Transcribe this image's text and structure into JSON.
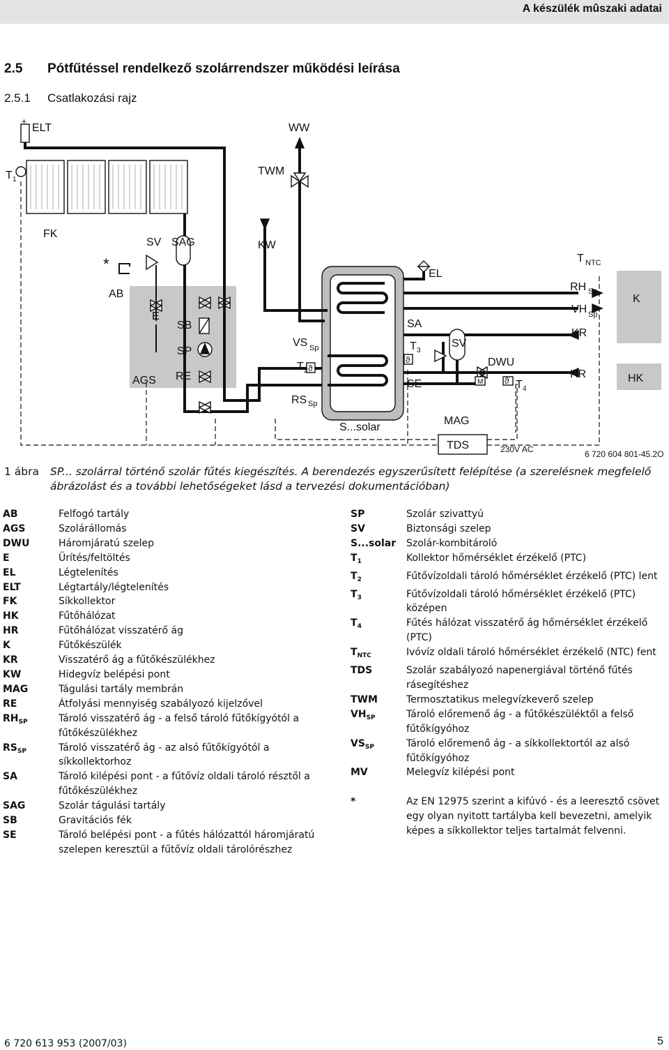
{
  "header": {
    "title": "A készülék mûszaki adatai"
  },
  "section": {
    "number": "2.5",
    "title": "Pótfűtéssel rendelkező szolárrendszer működési leírása"
  },
  "subsection": {
    "number": "2.5.1",
    "title": "Csatlakozási rajz"
  },
  "diagram_labels": {
    "elt": "ELT",
    "ww": "WW",
    "t1": "T",
    "t1_sub": "1",
    "twm": "TWM",
    "fk": "FK",
    "sv_left": "SV",
    "sag": "SAG",
    "kw": "KW",
    "star": "*",
    "ab": "AB",
    "e": "E",
    "sb": "SB",
    "sp": "SP",
    "re": "RE",
    "ags": "AGS",
    "vs": "VS",
    "vs_sub": "Sp",
    "t2": "T",
    "t2_sub": "2",
    "rs": "RS",
    "rs_sub": "Sp",
    "ssolar": "S...solar",
    "el": "EL",
    "sa": "SA",
    "t3": "T",
    "t3_sub": "3",
    "sv_right": "SV",
    "se": "SE",
    "dwu": "DWU",
    "m": "M",
    "t4": "T",
    "t4_sub": "4",
    "mag": "MAG",
    "tds": "TDS",
    "ac": "230V AC",
    "tntc": "T",
    "tntc_sub": "NTC",
    "rhsp": "RH",
    "rhsp_sub": "Sp",
    "vhsp": "VH",
    "vhsp_sub": "Sp",
    "kr": "KR",
    "hr": "HR",
    "k": "K",
    "hk": "HK",
    "code": "6 720 604 801-45.2O",
    "theta": "ϑ",
    "plus": "+"
  },
  "caption": {
    "label": "1 ábra",
    "text": "SP... szolárral történő szolár fűtés kiegészítés. A berendezés egyszerűsített felépítése (a szerelésnek megfelelő ábrázolást és a további lehetőségeket lásd a tervezési dokumentációban)"
  },
  "legend_left": [
    {
      "abbr": "AB",
      "def": "Felfogó tartály"
    },
    {
      "abbr": "AGS",
      "def": "Szolárállomás"
    },
    {
      "abbr": "DWU",
      "def": "Háromjáratú szelep"
    },
    {
      "abbr": "E",
      "def": "Ürítés/feltöltés"
    },
    {
      "abbr": "EL",
      "def": "Légtelenítés"
    },
    {
      "abbr": "ELT",
      "def": "Légtartály/légtelenítés"
    },
    {
      "abbr": "FK",
      "def": "Síkkollektor"
    },
    {
      "abbr": "HK",
      "def": "Fűtőhálózat"
    },
    {
      "abbr": "HR",
      "def": "Fűtőhálózat visszatérő ág"
    },
    {
      "abbr": "K",
      "def": "Fűtőkészülék"
    },
    {
      "abbr": "KR",
      "def": "Visszatérő ág a fűtőkészülékhez"
    },
    {
      "abbr": "KW",
      "def": "Hidegvíz belépési pont"
    },
    {
      "abbr": "MAG",
      "def": "Tágulási tartály membrán"
    },
    {
      "abbr": "RE",
      "def": "Átfolyási mennyiség szabályozó kijelzővel"
    },
    {
      "abbr": "RH",
      "sub": "SP",
      "def": "Tároló visszatérő ág - a felső tároló fűtőkígyótól a fűtőkészülékhez"
    },
    {
      "abbr": "RS",
      "sub": "SP",
      "def": "Tároló visszatérő ág - az alsó fűtőkígyótól a síkkollektorhoz"
    },
    {
      "abbr": "SA",
      "def": "Tároló kilépési pont - a fűtővíz oldali tároló résztől a fűtőkészülékhez"
    },
    {
      "abbr": "SAG",
      "def": "Szolár tágulási tartály"
    },
    {
      "abbr": "SB",
      "def": "Gravitációs fék"
    },
    {
      "abbr": "SE",
      "def": "Tároló belépési pont - a fűtés hálózattól háromjáratú szelepen keresztül a fűtővíz oldali tárolórészhez"
    }
  ],
  "legend_right": [
    {
      "abbr": "SP",
      "def": "Szolár szivattyú"
    },
    {
      "abbr": "SV",
      "def": "Biztonsági szelep"
    },
    {
      "abbr": "S...solar",
      "def": "Szolár-kombitároló"
    },
    {
      "abbr": "T",
      "sub": "1",
      "def": "Kollektor hőmérséklet érzékelő (PTC)"
    },
    {
      "abbr": "T",
      "sub": "2",
      "def": "Fűtővízoldali tároló hőmérséklet érzékelő (PTC) lent"
    },
    {
      "abbr": "T",
      "sub": "3",
      "def": "Fűtővízoldali tároló hőmérséklet érzékelő (PTC) középen"
    },
    {
      "abbr": "T",
      "sub": "4",
      "def": "Fűtés hálózat visszatérő ág hőmérséklet érzékelő (PTC)"
    },
    {
      "abbr": "T",
      "sub": "NTC",
      "def": "Ivóvíz oldali tároló hőmérséklet érzékelő (NTC) fent"
    },
    {
      "abbr": "TDS",
      "def": "Szolár szabályozó napenergiával történő fűtés rásegítéshez"
    },
    {
      "abbr": "TWM",
      "def": "Termosztatikus melegvízkeverő szelep"
    },
    {
      "abbr": "VH",
      "sub": "SP",
      "def": "Tároló előremenő ág - a fűtőkészüléktől a felső fűtőkígyóhoz"
    },
    {
      "abbr": "VS",
      "sub": "SP",
      "def": "Tároló előremenő ág - a síkkollektortól az alsó fűtőkígyóhoz"
    },
    {
      "abbr": "MV",
      "def": "Melegvíz kilépési pont"
    },
    {
      "abbr": "*",
      "def": "Az EN 12975 szerint a kifúvó - és a leeresztő csövet egy olyan nyitott tartályba kell bevezetni, amelyik képes a síkkollektor teljes tartalmát felvenni.",
      "gap": true
    }
  ],
  "footer": {
    "code": "6 720 613 953 (2007/03)",
    "page": "5"
  }
}
